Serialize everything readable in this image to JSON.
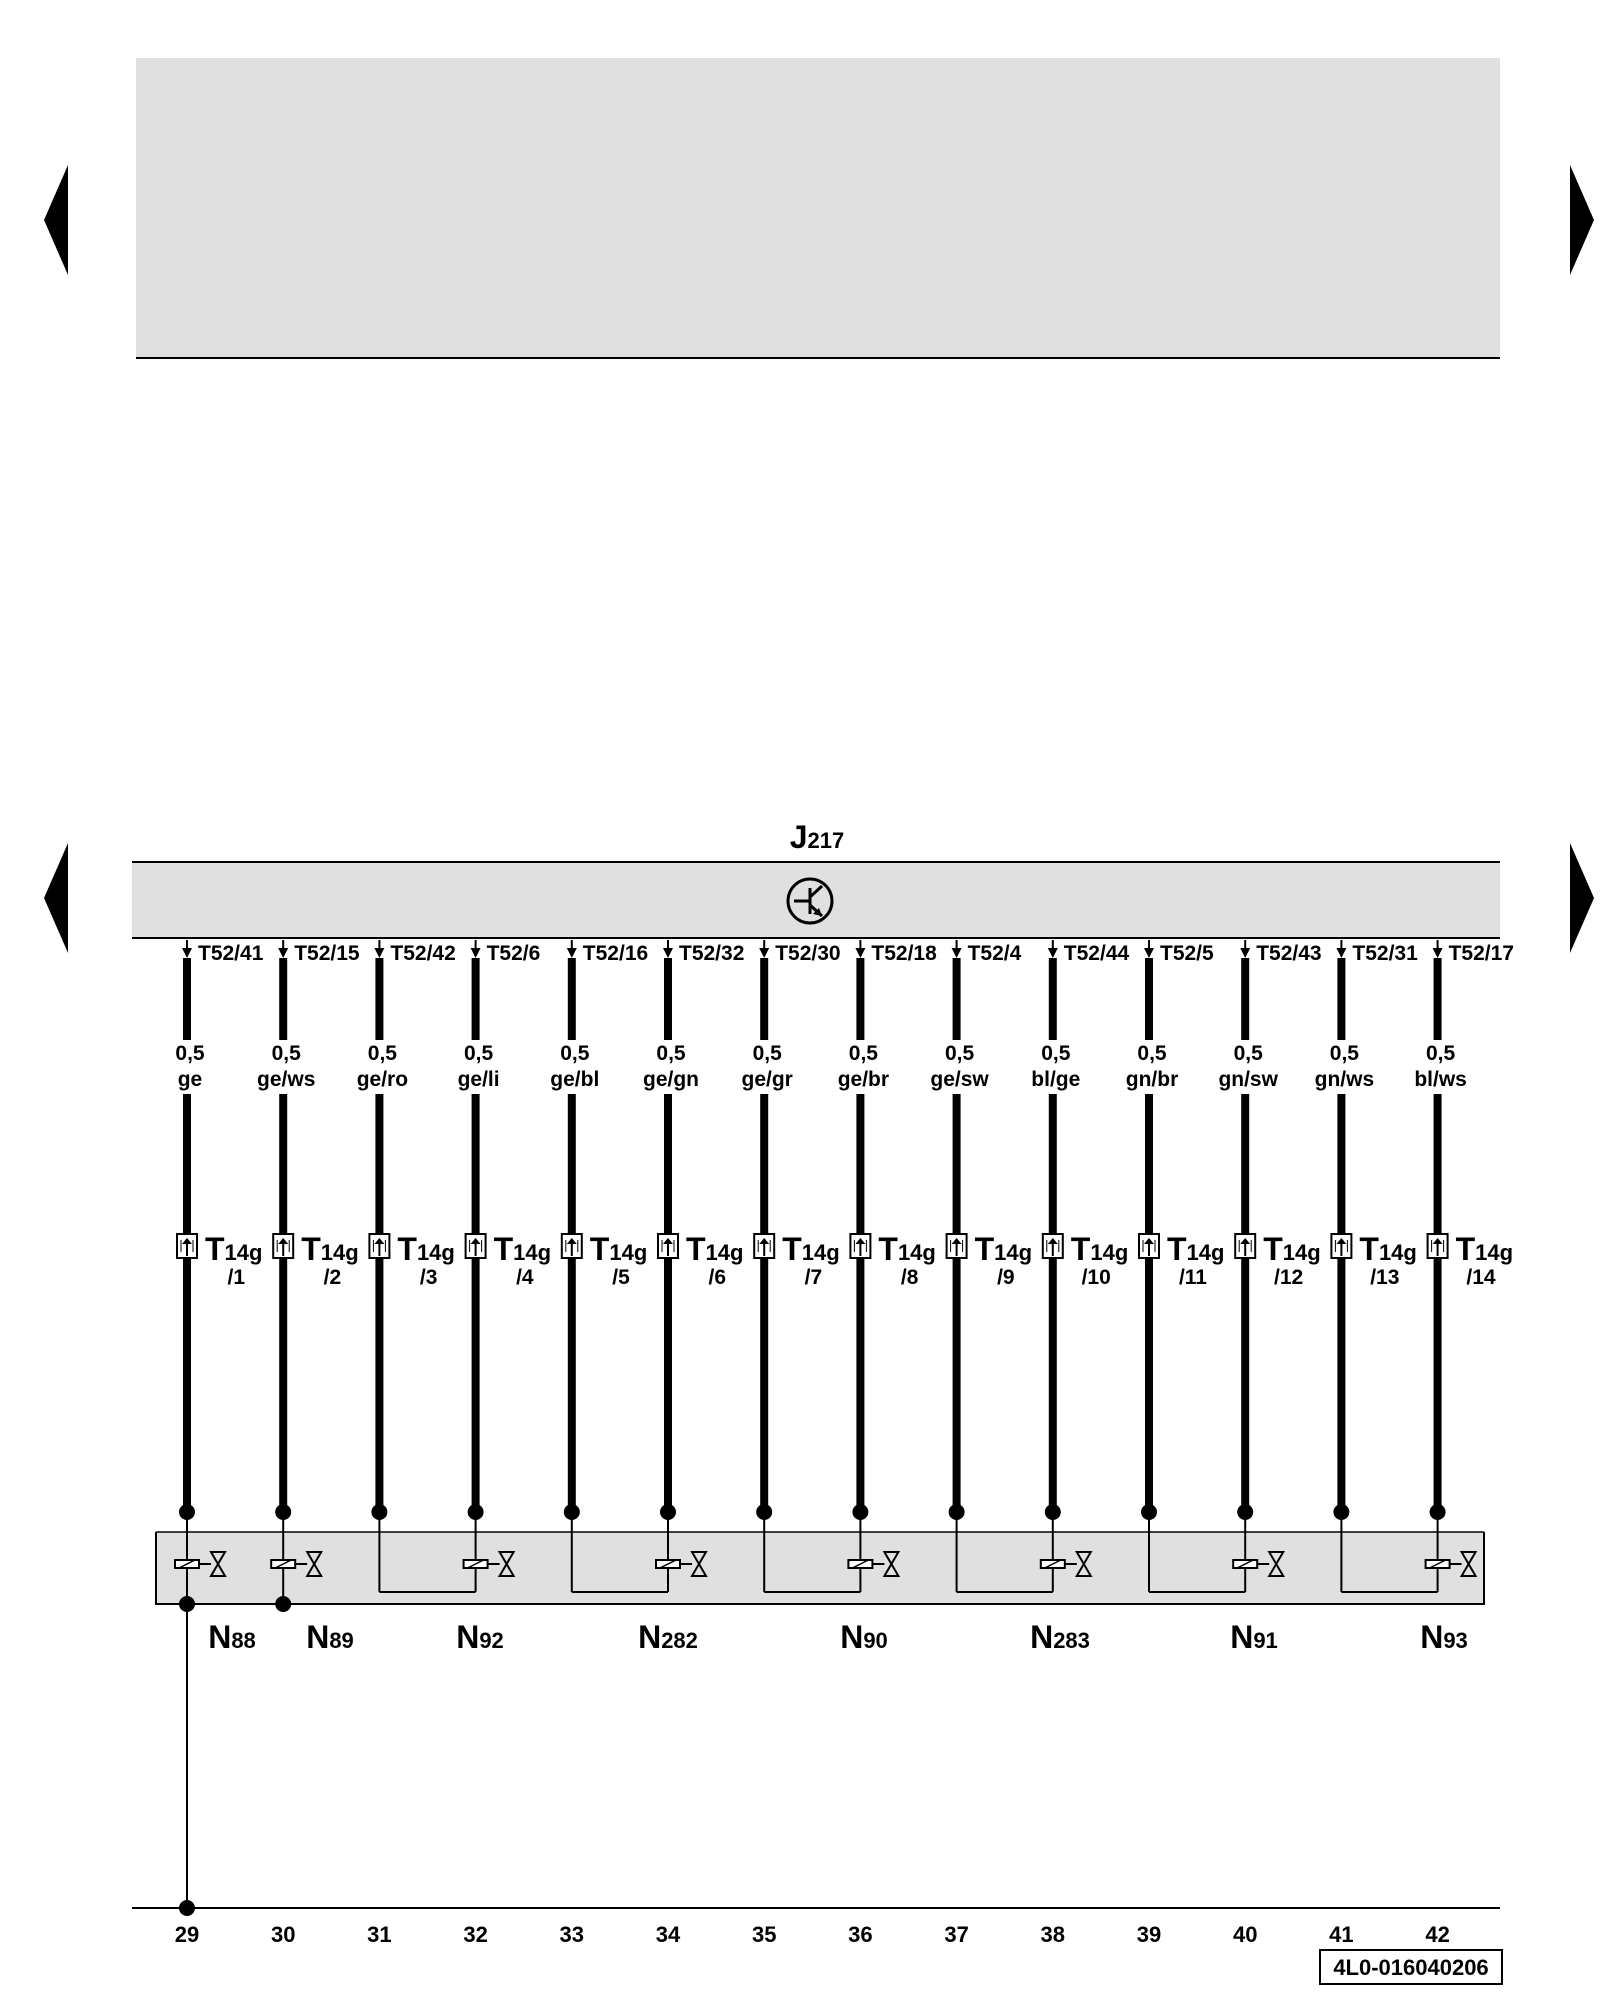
{
  "diagram_id": "4L0-016040206",
  "control_unit": {
    "letter": "J",
    "number": "217"
  },
  "wires": [
    {
      "pin": "T52/41",
      "size": "0,5",
      "color": "ge",
      "plug_main": "T",
      "plug_sub": "14g",
      "plug_pin": "/1"
    },
    {
      "pin": "T52/15",
      "size": "0,5",
      "color": "ge/ws",
      "plug_main": "T",
      "plug_sub": "14g",
      "plug_pin": "/2"
    },
    {
      "pin": "T52/42",
      "size": "0,5",
      "color": "ge/ro",
      "plug_main": "T",
      "plug_sub": "14g",
      "plug_pin": "/3"
    },
    {
      "pin": "T52/6",
      "size": "0,5",
      "color": "ge/li",
      "plug_main": "T",
      "plug_sub": "14g",
      "plug_pin": "/4"
    },
    {
      "pin": "T52/16",
      "size": "0,5",
      "color": "ge/bl",
      "plug_main": "T",
      "plug_sub": "14g",
      "plug_pin": "/5"
    },
    {
      "pin": "T52/32",
      "size": "0,5",
      "color": "ge/gn",
      "plug_main": "T",
      "plug_sub": "14g",
      "plug_pin": "/6"
    },
    {
      "pin": "T52/30",
      "size": "0,5",
      "color": "ge/gr",
      "plug_main": "T",
      "plug_sub": "14g",
      "plug_pin": "/7"
    },
    {
      "pin": "T52/18",
      "size": "0,5",
      "color": "ge/br",
      "plug_main": "T",
      "plug_sub": "14g",
      "plug_pin": "/8"
    },
    {
      "pin": "T52/4",
      "size": "0,5",
      "color": "ge/sw",
      "plug_main": "T",
      "plug_sub": "14g",
      "plug_pin": "/9"
    },
    {
      "pin": "T52/44",
      "size": "0,5",
      "color": "bl/ge",
      "plug_main": "T",
      "plug_sub": "14g",
      "plug_pin": "/10"
    },
    {
      "pin": "T52/5",
      "size": "0,5",
      "color": "gn/br",
      "plug_main": "T",
      "plug_sub": "14g",
      "plug_pin": "/11"
    },
    {
      "pin": "T52/43",
      "size": "0,5",
      "color": "gn/sw",
      "plug_main": "T",
      "plug_sub": "14g",
      "plug_pin": "/12"
    },
    {
      "pin": "T52/31",
      "size": "0,5",
      "color": "gn/ws",
      "plug_main": "T",
      "plug_sub": "14g",
      "plug_pin": "/13"
    },
    {
      "pin": "T52/17",
      "size": "0,5",
      "color": "bl/ws",
      "plug_main": "T",
      "plug_sub": "14g",
      "plug_pin": "/14"
    }
  ],
  "solenoids": [
    {
      "letter": "N",
      "number": "88"
    },
    {
      "letter": "N",
      "number": "89"
    },
    {
      "letter": "N",
      "number": "92"
    },
    {
      "letter": "N",
      "number": "282"
    },
    {
      "letter": "N",
      "number": "90"
    },
    {
      "letter": "N",
      "number": "283"
    },
    {
      "letter": "N",
      "number": "91"
    },
    {
      "letter": "N",
      "number": "93"
    }
  ],
  "track_numbers": [
    "29",
    "30",
    "31",
    "32",
    "33",
    "34",
    "35",
    "36",
    "37",
    "38",
    "39",
    "40",
    "41",
    "42"
  ],
  "colors": {
    "panel_fill": "#e0e0e0",
    "line": "#000000",
    "background": "#ffffff"
  }
}
